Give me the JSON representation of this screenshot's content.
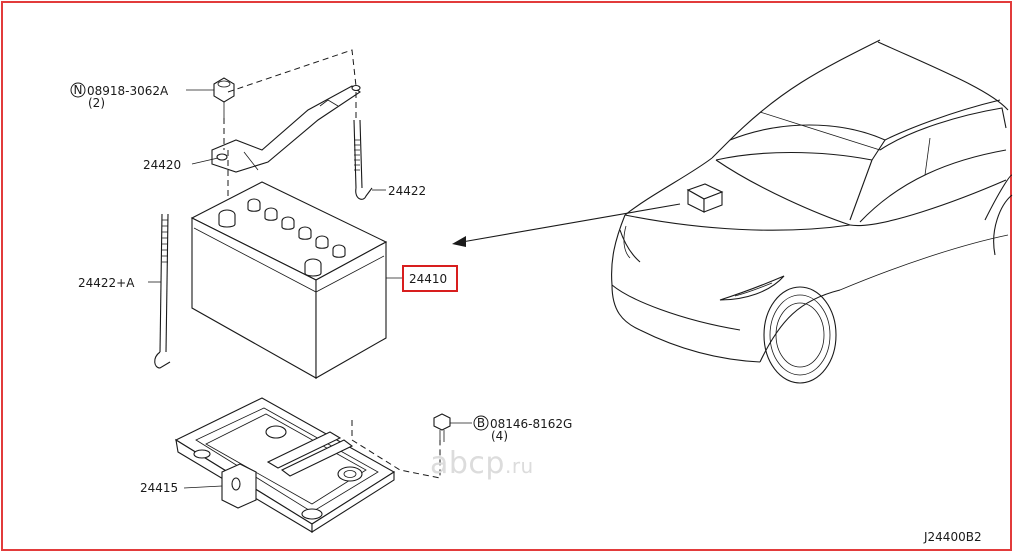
{
  "diagram": {
    "parts": [
      {
        "id": "nut",
        "code": "08918-3062A",
        "symbol": "N",
        "qty": "(2)"
      },
      {
        "id": "bolt",
        "code": "08146-8162G",
        "symbol": "B",
        "qty": "(4)"
      },
      {
        "id": "frame",
        "number": "24420"
      },
      {
        "id": "rod-right",
        "number": "24422"
      },
      {
        "id": "rod-left",
        "number": "24422+A"
      },
      {
        "id": "battery",
        "number": "24410"
      },
      {
        "id": "tray",
        "number": "24415"
      }
    ],
    "drawing_code": "J24400B2",
    "highlight_color": "#d81e1e",
    "frame_color": "#e23b3b"
  },
  "watermark": {
    "brand": "abcp",
    "domain": ".ru"
  }
}
